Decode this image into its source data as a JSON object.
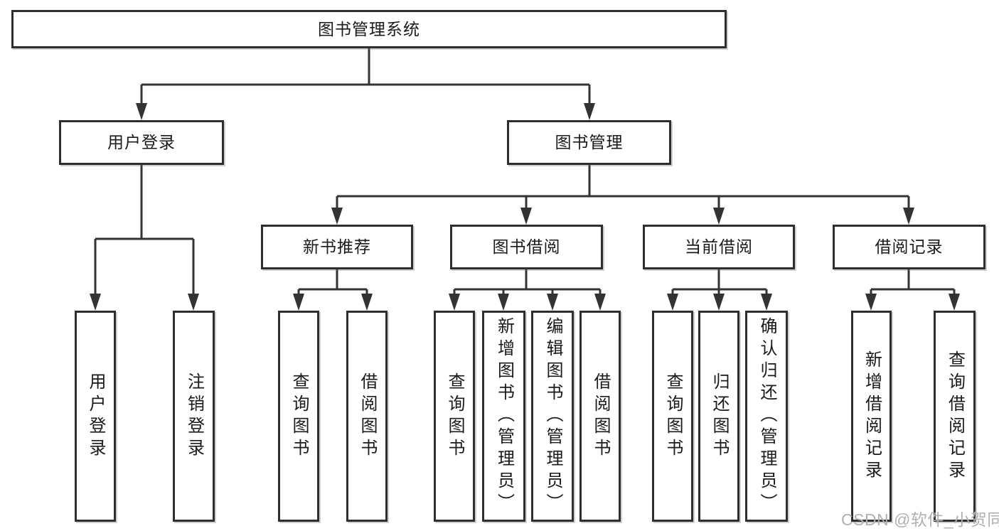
{
  "tree": {
    "root": {
      "label": "图书管理系统"
    },
    "branches": [
      {
        "label": "用户登录",
        "children": [
          {
            "label": "用户登录"
          },
          {
            "label": "注销登录"
          }
        ]
      },
      {
        "label": "图书管理",
        "children": [
          {
            "label": "新书推荐",
            "children": [
              {
                "label": "查询图书"
              },
              {
                "label": "借阅图书"
              }
            ]
          },
          {
            "label": "图书借阅",
            "children": [
              {
                "label": "查询图书"
              },
              {
                "label": "新增图书（管理员）"
              },
              {
                "label": "编辑图书（管理员）"
              },
              {
                "label": "借阅图书"
              }
            ]
          },
          {
            "label": "当前借阅",
            "children": [
              {
                "label": "查询图书"
              },
              {
                "label": "归还图书"
              },
              {
                "label": "确认归还（管理员）"
              }
            ]
          },
          {
            "label": "借阅记录",
            "children": [
              {
                "label": "新增借阅记录"
              },
              {
                "label": "查询借阅记录"
              }
            ]
          }
        ]
      }
    ]
  },
  "watermark": {
    "text": "CSDN @软件_小贺同学"
  },
  "colors": {
    "line": "#333333",
    "box_border": "#2e2e2e",
    "text": "#1a1a1a",
    "background": "#ffffff",
    "watermark": "#b0b0b0"
  }
}
